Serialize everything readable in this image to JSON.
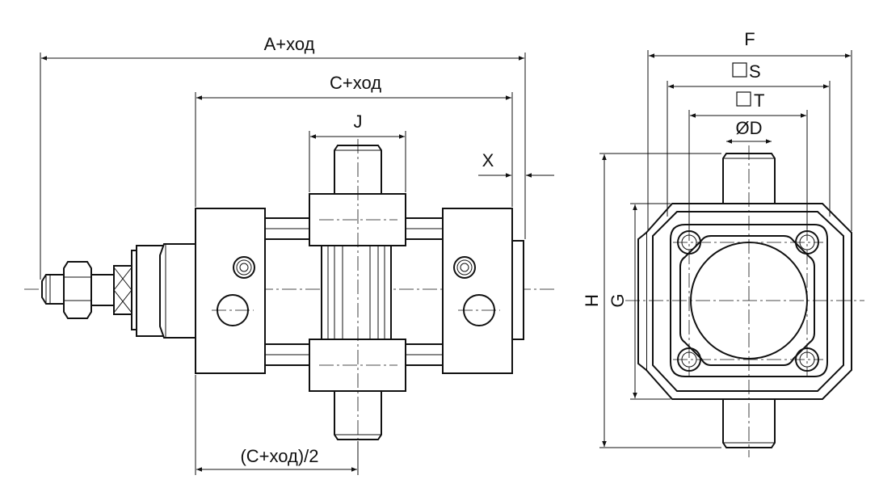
{
  "dimensions": {
    "a_stroke": "A+ход",
    "c_stroke": "C+ход",
    "j": "J",
    "x": "X",
    "half_c_stroke": "(C+ход)/2",
    "f": "F",
    "s": "S",
    "t": "T",
    "d": "ØD",
    "h": "H",
    "g": "G"
  },
  "colors": {
    "line": "#111111",
    "background": "#ffffff"
  }
}
